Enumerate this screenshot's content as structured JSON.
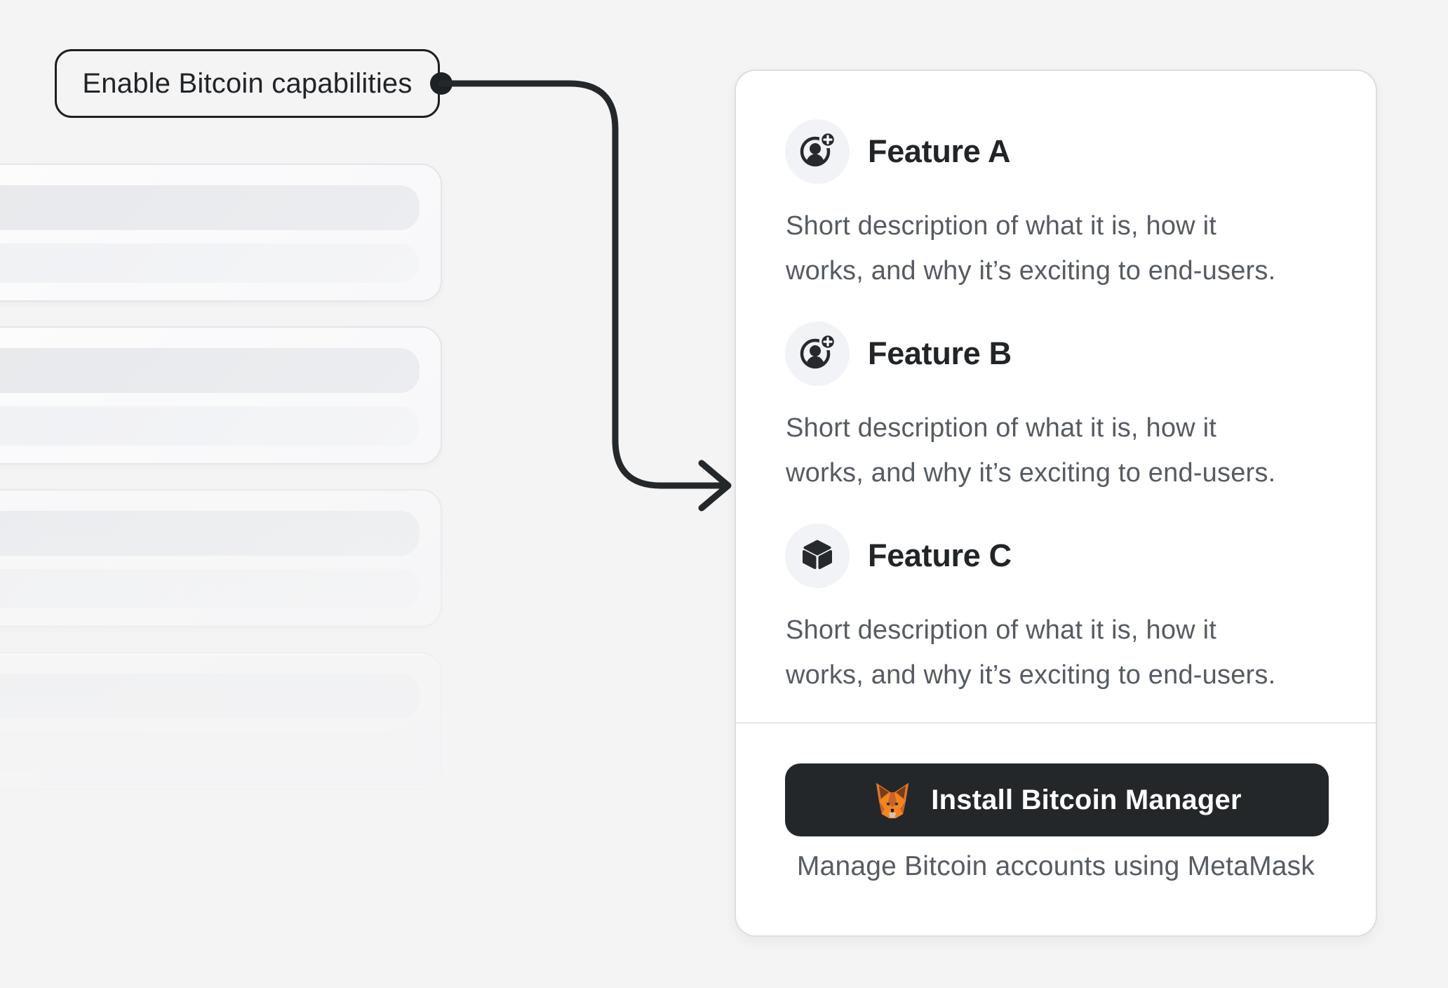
{
  "annotation": {
    "label": "Enable Bitcoin capabilities"
  },
  "skeleton": {
    "card_count": 5
  },
  "panel": {
    "features": [
      {
        "title": "Feature A",
        "icon": "account-plus-icon",
        "desc_lines": [
          "Short description of what it is, how it",
          "works, and why it’s exciting to end-users."
        ]
      },
      {
        "title": "Feature B",
        "icon": "account-plus-icon",
        "desc_lines": [
          "Short description of what it is, how it",
          "works, and why it’s exciting to end-users."
        ]
      },
      {
        "title": "Feature C",
        "icon": "cube-icon",
        "desc_lines": [
          "Short description of what it is, how it",
          "works, and why it’s exciting to end-users."
        ]
      }
    ],
    "install": {
      "button_label": "Install Bitcoin Manager",
      "button_icon": "metamask-fox-icon",
      "caption": "Manage Bitcoin accounts using MetaMask"
    }
  },
  "colors": {
    "page_bg": "#f4f4f5",
    "panel_bg": "#ffffff",
    "ink": "#24272a",
    "muted_text": "#565b63",
    "connector": "#24282b",
    "panel_border": "#dcdee2",
    "divider": "#e4e5e8",
    "icon_circle_bg": "#f2f3f6",
    "button_bg": "#24272a",
    "button_text": "#ffffff",
    "skeleton_bar_dark": "#e9ebee",
    "skeleton_bar_light": "#f2f3f5",
    "metamask_orange": "#e17726"
  }
}
